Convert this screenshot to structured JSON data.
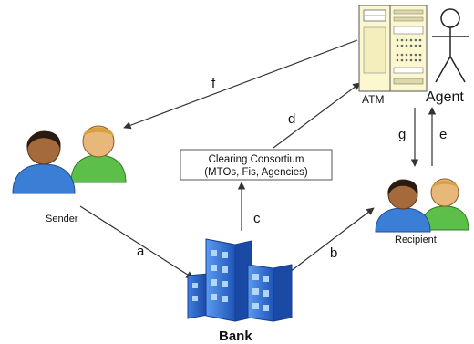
{
  "nodes": {
    "sender": {
      "label": "Sender"
    },
    "recipient": {
      "label": "Recipient"
    },
    "bank": {
      "label": "Bank"
    },
    "atm": {
      "label": "ATM"
    },
    "agent": {
      "label": "Agent"
    },
    "clearing": {
      "line1": "Clearing Consortium",
      "line2": "(MTOs, Fis, Agencies)"
    }
  },
  "edges": {
    "a": "a",
    "b": "b",
    "c": "c",
    "d": "d",
    "e": "e",
    "f": "f",
    "g": "g"
  },
  "colors": {
    "building": "#2e6fd8",
    "building_window": "#bfe0ff",
    "atm_fill": "#fbf7cf",
    "person_blue": "#3a7fd5",
    "person_green": "#5cbf4a",
    "person_skin": "#e8b77a",
    "arrow": "#333333"
  }
}
